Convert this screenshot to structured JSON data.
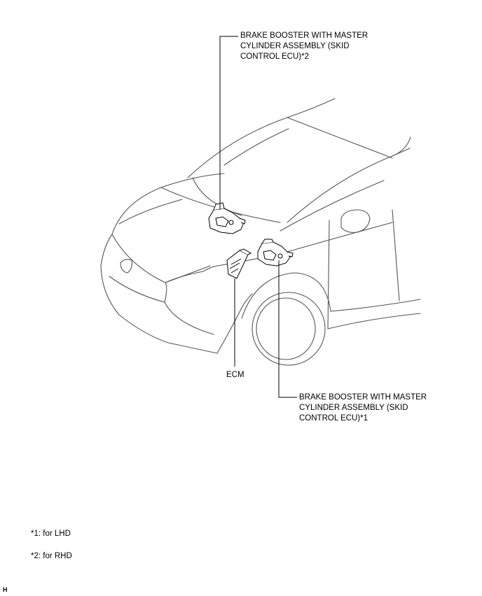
{
  "callouts": {
    "top": {
      "lines": [
        "BRAKE BOOSTER WITH MASTER",
        "CYLINDER ASSEMBLY (SKID",
        "CONTROL ECU)*2"
      ]
    },
    "bottom": {
      "lines": [
        "BRAKE BOOSTER WITH MASTER",
        "CYLINDER ASSEMBLY (SKID",
        "CONTROL ECU)*1"
      ]
    },
    "ecm": "ECM"
  },
  "footnotes": [
    "*1: for LHD",
    "*2: for RHD"
  ],
  "code_mark": "H",
  "colors": {
    "line": "#000000",
    "outline": "#555555",
    "background": "#ffffff"
  }
}
